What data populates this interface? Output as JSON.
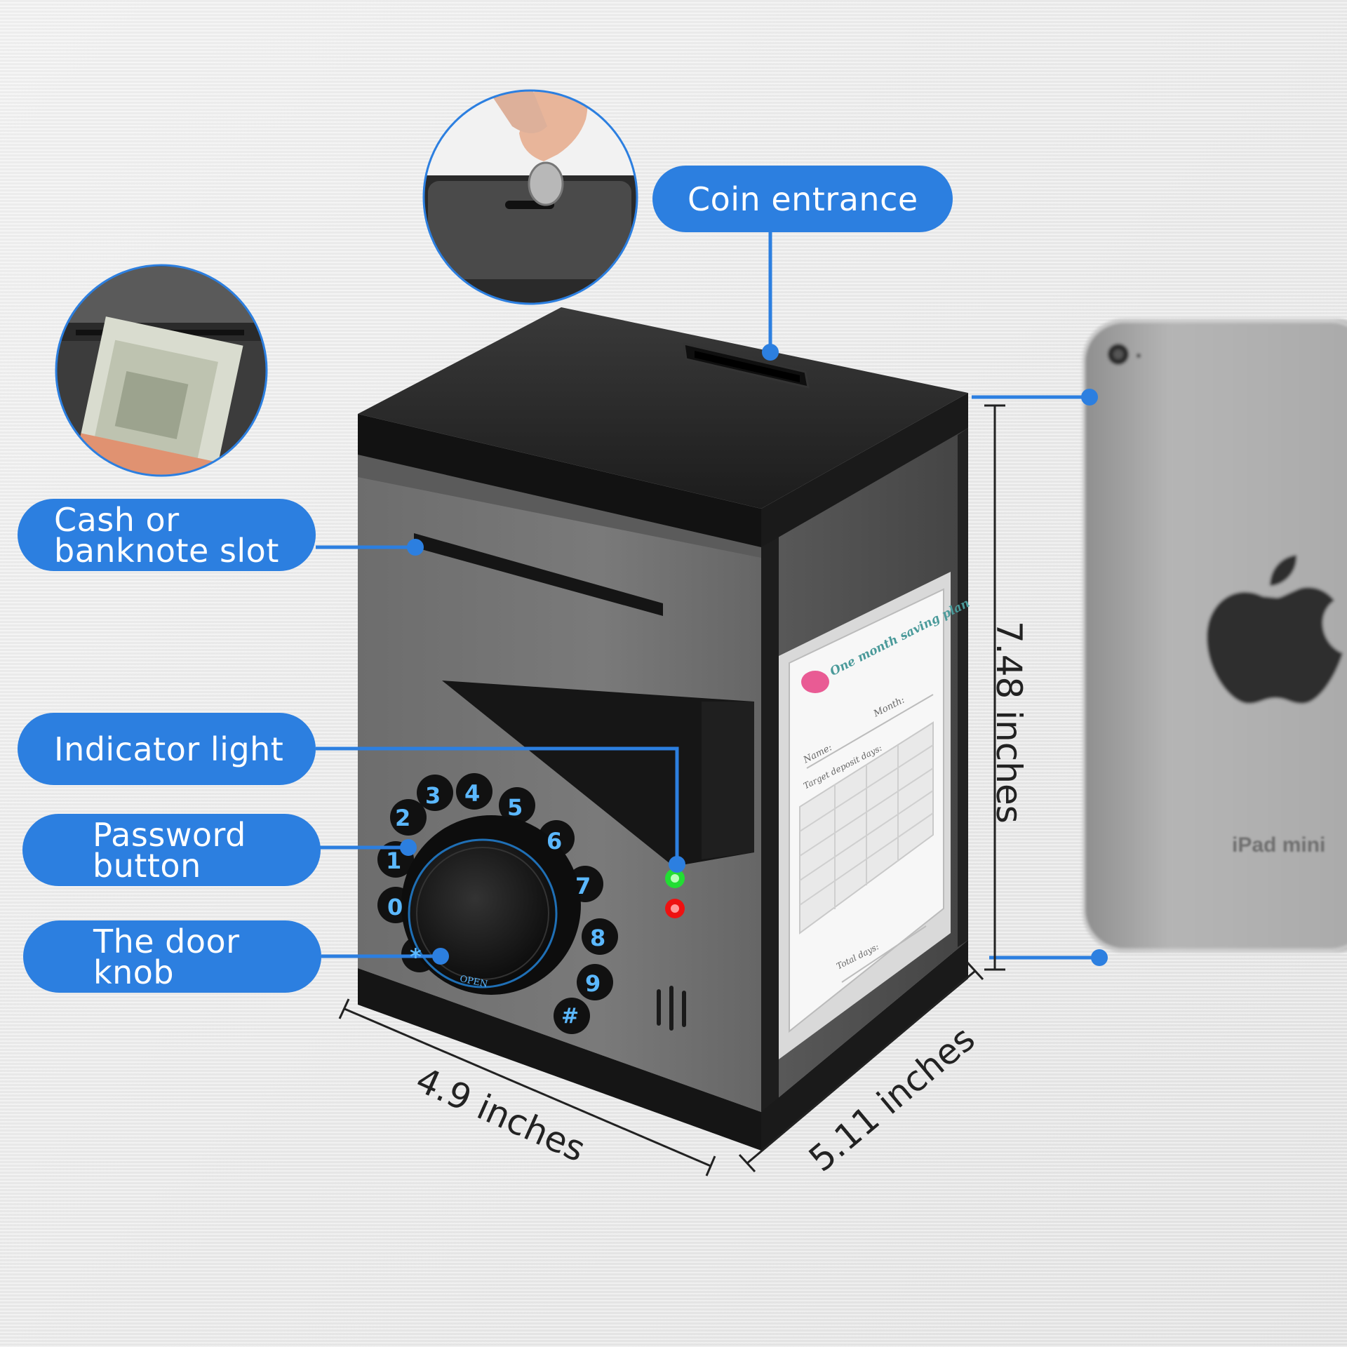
{
  "callouts": {
    "coin_entrance": "Coin entrance",
    "cash_slot_line1": "Cash or",
    "cash_slot_line2": "banknote slot",
    "indicator_light": "Indicator light",
    "password_button_line1": "Password",
    "password_button_line2": "button",
    "door_knob_line1": "The door",
    "door_knob_line2": "knob"
  },
  "dimensions": {
    "height": "7.48 inches",
    "width": "4.9 inches",
    "depth": "5.11 inches"
  },
  "keypad": {
    "keys": [
      "2",
      "3",
      "4",
      "5",
      "6",
      "1",
      "0",
      "7",
      "8",
      "9",
      "*",
      "#"
    ],
    "dial_text": "OPEN"
  },
  "saving_card": {
    "title": "One month saving plan",
    "name_label": "Name:",
    "month_label": "Month:",
    "target_label": "Target deposit days:",
    "total_label": "Total days:"
  },
  "comparison_device": {
    "model_label": "iPad mini"
  },
  "colors": {
    "callout_blue": "#2c7fe0",
    "indicator_green": "#22dd33",
    "indicator_red": "#ee1111",
    "keypad_digit": "#5bb8ff"
  }
}
